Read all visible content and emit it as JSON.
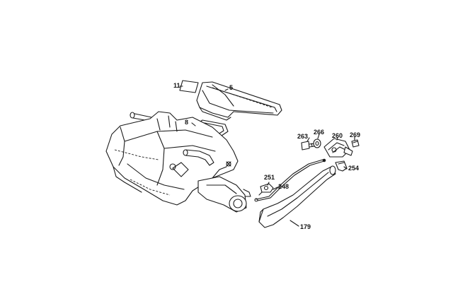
{
  "parts": [
    {
      "key": "p11",
      "label": "11"
    },
    {
      "key": "p5",
      "label": "5"
    },
    {
      "key": "p8",
      "label": "8"
    },
    {
      "key": "p263",
      "label": "263"
    },
    {
      "key": "p266",
      "label": "266"
    },
    {
      "key": "p260",
      "label": "260"
    },
    {
      "key": "p269",
      "label": "269"
    },
    {
      "key": "p254",
      "label": "254"
    },
    {
      "key": "p251",
      "label": "251"
    },
    {
      "key": "p248",
      "label": "248"
    },
    {
      "key": "p179",
      "label": "179"
    }
  ]
}
